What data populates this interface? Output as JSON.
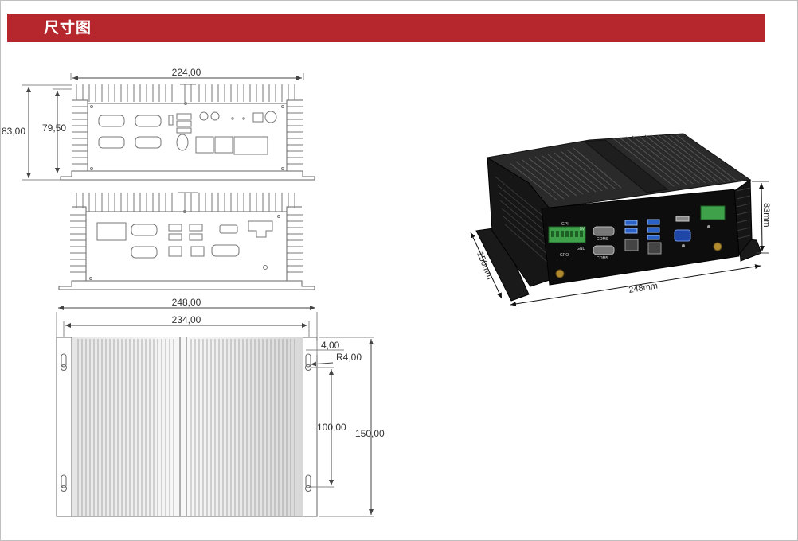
{
  "header": {
    "title": "尺寸图",
    "color": "#b5272c"
  },
  "drawing": {
    "front_width": "224,00",
    "front_height_outer": "83,00",
    "front_height_inner": "79,50",
    "bottom_length_outer": "248,00",
    "bottom_length_inner": "234,00",
    "mount_hole_offset": "4,00",
    "mount_slot_radius": "R4,00",
    "mount_hole_spacing": "100,00",
    "depth": "150,00"
  },
  "product_photo": {
    "length_label": "248mm",
    "depth_label": "150mm",
    "height_label": "83mm",
    "port_labels": {
      "gpi": "GPI",
      "gpo": "GPO",
      "com6": "COM6",
      "com5": "COM5",
      "v5": "5V",
      "gnd": "GND"
    }
  }
}
